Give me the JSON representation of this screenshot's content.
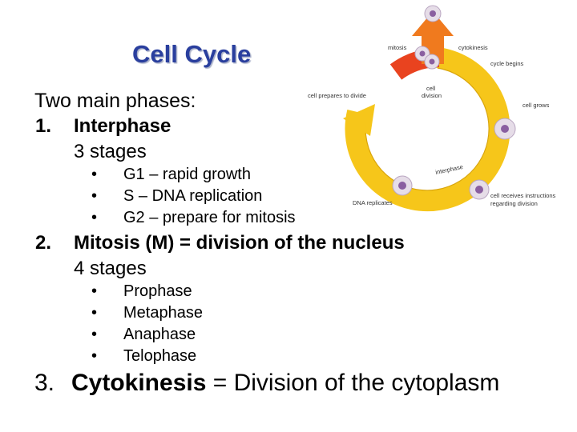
{
  "slide": {
    "title": "Cell Cycle",
    "intro": "Two main phases:",
    "sections": [
      {
        "number": "1.",
        "heading": "Interphase",
        "stage_count": "3 stages",
        "bullets": [
          "G1 – rapid growth",
          "S – DNA replication",
          "G2 – prepare for mitosis"
        ]
      },
      {
        "number": "2.",
        "heading": "Mitosis (M) = division of the nucleus",
        "stage_count": "4 stages",
        "bullets": [
          "Prophase",
          "Metaphase",
          "Anaphase",
          "Telophase"
        ]
      }
    ],
    "closing": {
      "number": "3.",
      "keyword": "Cytokinesis",
      "rest": " = Division of the cytoplasm"
    },
    "bullet_glyph": "•"
  },
  "diagram": {
    "labels": {
      "mitosis": "mitosis",
      "cytokinesis": "cytokinesis",
      "cycle_begins": "cycle begins",
      "cell_division_1": "cell",
      "cell_division_2": "division",
      "cell_prepares": "cell prepares to divide",
      "cell_grows": "cell grows",
      "interphase": "interphase",
      "dna_replicates": "DNA replicates",
      "instructions_1": "cell receives instructions",
      "instructions_2": "regarding division"
    },
    "colors": {
      "ring": "#f6c61a",
      "ring_edge": "#d9a50c",
      "mitosis_segment": "#e9431f",
      "arrow": "#f07a1e",
      "cell_fill": "#e6dde8",
      "cell_nucleus": "#8a5fa0",
      "title": "#2a3f9e"
    }
  }
}
